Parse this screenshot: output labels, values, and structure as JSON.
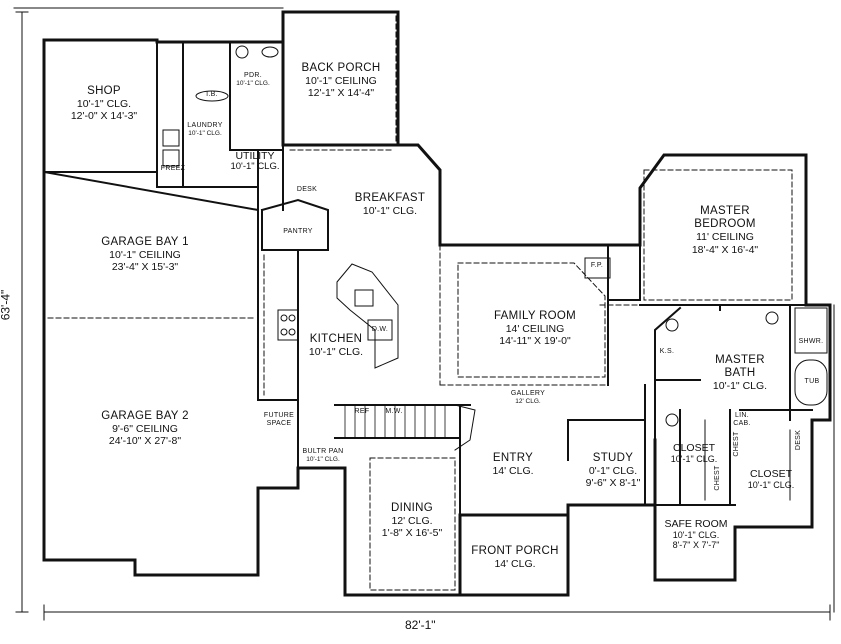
{
  "dimensions": {
    "width": "82'-1\"",
    "height": "63'-4\""
  },
  "rooms": {
    "shop": {
      "name": "SHOP",
      "l1": "10'-1\" CLG.",
      "l2": "12'-0\" X 14'-3\""
    },
    "back_porch": {
      "name": "BACK PORCH",
      "l1": "10'-1\" CEILING",
      "l2": "12'-1\" X 14'-4\""
    },
    "pdr": {
      "name": "PDR.",
      "l1": "10'-1\" CLG."
    },
    "laundry": {
      "name": "LAUNDRY",
      "l1": "10'-1\" CLG."
    },
    "utility": {
      "name": "UTILITY",
      "l1": "10'-1\" CLG."
    },
    "breakfast": {
      "name": "BREAKFAST",
      "l1": "10'-1\" CLG."
    },
    "pantry": {
      "name": "PANTRY"
    },
    "garage_bay_1": {
      "name": "GARAGE BAY 1",
      "l1": "10'-1\" CEILING",
      "l2": "23'-4\" X 15'-3\""
    },
    "garage_bay_2": {
      "name": "GARAGE BAY 2",
      "l1": "9'-6\" CEILING",
      "l2": "24'-10\" X 27'-8\""
    },
    "kitchen": {
      "name": "KITCHEN",
      "l1": "10'-1\" CLG."
    },
    "family_room": {
      "name": "FAMILY ROOM",
      "l1": "14' CEILING",
      "l2": "14'-11\" X 19'-0\""
    },
    "master_bedroom": {
      "name": "MASTER",
      "name2": "BEDROOM",
      "l1": "11' CEILING",
      "l2": "18'-4\" X 16'-4\""
    },
    "master_bath": {
      "name": "MASTER",
      "name2": "BATH",
      "l1": "10'-1\" CLG."
    },
    "future_space": {
      "name": "FUTURE",
      "name2": "SPACE"
    },
    "bultr_pan": {
      "name": "BULTR PAN",
      "l1": "10'-1\" CLG."
    },
    "gallery": {
      "name": "GALLERY",
      "l1": "12' CLG."
    },
    "entry": {
      "name": "ENTRY",
      "l1": "14' CLG."
    },
    "study": {
      "name": "STUDY",
      "l1": "0'-1\" CLG.",
      "l2": "9'-6\" X 8'-1\""
    },
    "closet_1": {
      "name": "CLOSET",
      "l1": "10'-1\" CLG."
    },
    "closet_2": {
      "name": "CLOSET",
      "l1": "10'-1\" CLG."
    },
    "safe_room": {
      "name": "SAFE ROOM",
      "l1": "10'-1\" CLG.",
      "l2": "8'-7\" X 7'-7\""
    },
    "dining": {
      "name": "DINING",
      "l1": "12' CLG.",
      "l2": "1'-8\" X 16'-5\""
    },
    "front_porch": {
      "name": "FRONT PORCH",
      "l1": "14' CLG."
    }
  },
  "fixtures": {
    "ib": "I.B.",
    "freez": "FREEZ",
    "desk": "DESK",
    "ref": "REF",
    "mw": "M.W.",
    "dw": "D.W.",
    "fp": "F.P.",
    "ks": "K.S.",
    "shwr": "SHWR.",
    "tub": "TUB",
    "lin_cab": "LIN. CAB.",
    "chest_1": "CHEST",
    "chest_2": "CHEST",
    "desk_2": "DESK"
  }
}
